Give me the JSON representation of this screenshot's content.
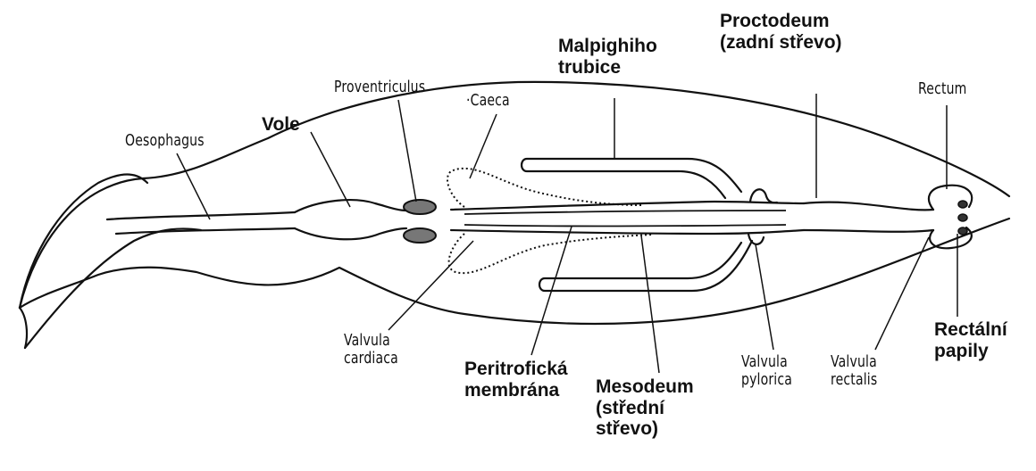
{
  "labels": {
    "oesophagus": "Oesophagus",
    "vole": "Vole",
    "proventriculus": "Proventriculus",
    "caeca": "Caeca",
    "malpighi_line1": "Malpighiho",
    "malpighi_line2": "trubice",
    "proctodeum_line1": "Proctodeum",
    "proctodeum_line2": "(zadní střevo)",
    "rectum": "Rectum",
    "rectal_papily_line1": "Rectální",
    "rectal_papily_line2": "papily",
    "valvula_cardiaca_line1": "Valvula",
    "valvula_cardiaca_line2": "cardiaca",
    "peritroficka_line1": "Peritrofická",
    "peritroficka_line2": "membrána",
    "mesodeum_line1": "Mesodeum",
    "mesodeum_line2": "(střední",
    "mesodeum_line3": "střevo)",
    "valvula_pylorica_line1": "Valvula",
    "valvula_pylorica_line2": "pylorica",
    "valvula_rectalis_line1": "Valvula",
    "valvula_rectalis_line2": "rectalis"
  },
  "colors": {
    "ink": "#111111",
    "background": "#ffffff"
  }
}
